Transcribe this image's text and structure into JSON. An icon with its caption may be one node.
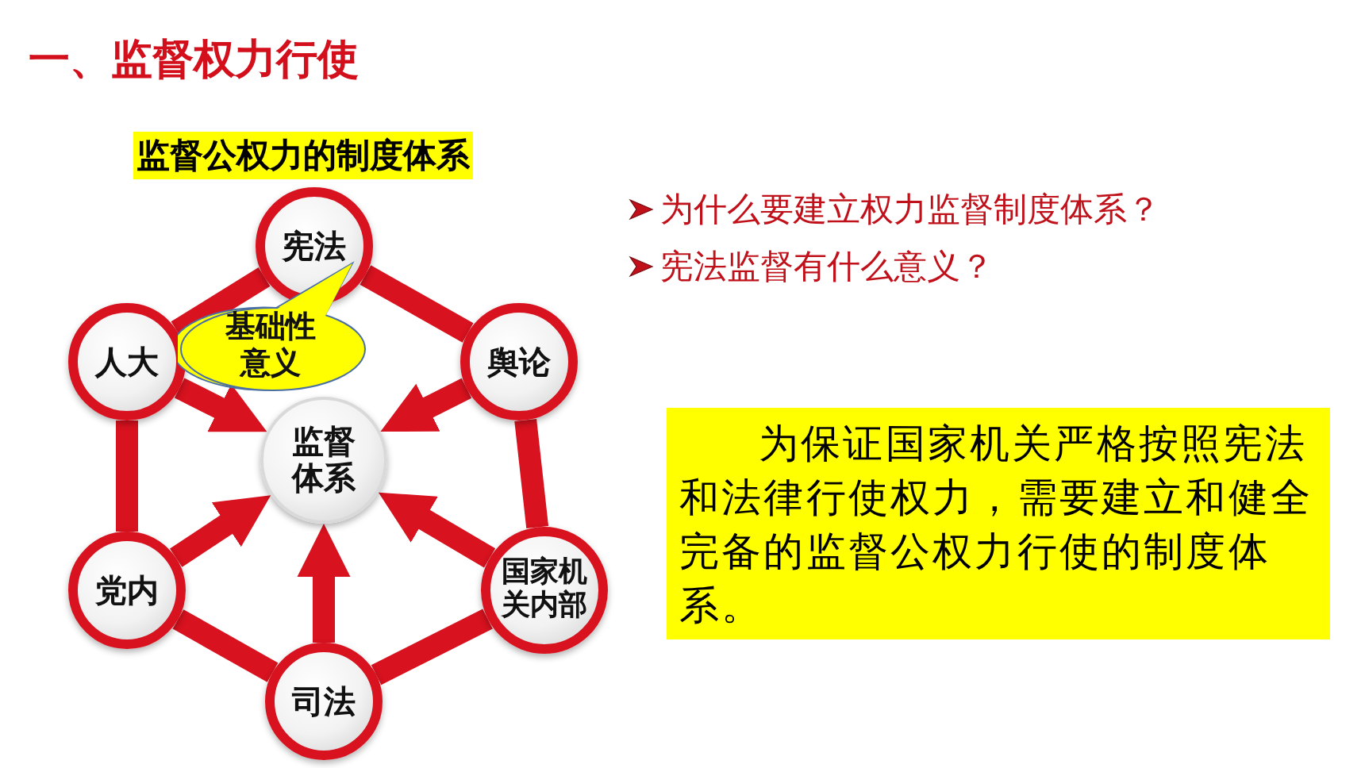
{
  "diagram": {
    "title": "一、监督权力行使",
    "nodes": [
      {
        "text": [
          "宪法"
        ]
      },
      {
        "text": [
          "人大"
        ]
      },
      {
        "text": [
          "舆论"
        ]
      },
      {
        "text": [
          "监督体系"
        ]
      },
      {
        "text": [
          "党内"
        ]
      },
      {
        "text": [
          "国家机关内部"
        ]
      },
      {
        "text": [
          "司法"
        ]
      },
      {
        "text": [
          "基础性意义"
        ]
      },
      {
        "text": [
          "为保证国家机关严格按照宪法和法律行使权力，需要建立和健全完备的监督公权力行使的制度体系。"
        ]
      }
    ],
    "edges": [
      {
        "from": 0,
        "to": 2,
        "arrow": "none"
      },
      {
        "from": 2,
        "to": 5,
        "arrow": "none"
      },
      {
        "from": 5,
        "to": 6,
        "arrow": "none"
      },
      {
        "from": 6,
        "to": 4,
        "arrow": "none"
      },
      {
        "from": 4,
        "to": 1,
        "arrow": "none"
      },
      {
        "from": 1,
        "to": 0,
        "arrow": "none"
      },
      {
        "from": 1,
        "to": 3,
        "arrow": "to"
      },
      {
        "from": 2,
        "to": 3,
        "arrow": "to"
      },
      {
        "from": 4,
        "to": 3,
        "arrow": "to"
      },
      {
        "from": 5,
        "to": 3,
        "arrow": "to"
      },
      {
        "from": 6,
        "to": 3,
        "arrow": "to"
      }
    ],
    "labels": [
      "监督公权力的制度体系",
      "为什么要建立权力监督制度体系？",
      "宪法监督有什么意义？"
    ]
  }
}
